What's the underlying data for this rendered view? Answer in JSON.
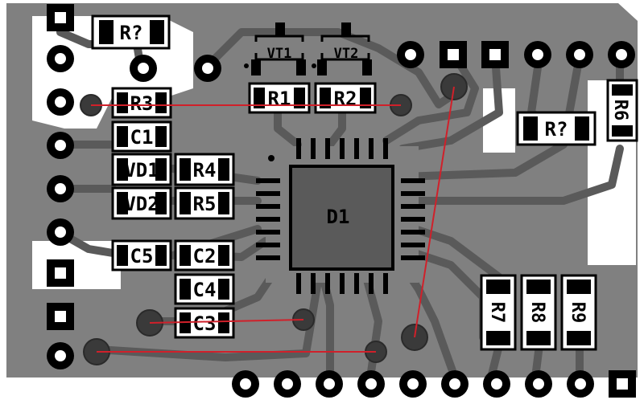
{
  "board": {
    "colors": {
      "background": "#ffffff",
      "copper": "#808080",
      "trace": "#5a5a5a",
      "pad": "#000000",
      "silk_text": "#000000",
      "ratsnest": "#d0202a"
    },
    "labels": {
      "r_unknown_top": "R?",
      "r3": "R3",
      "c1": "C1",
      "vd1": "VD1",
      "r4": "R4",
      "vd2": "VD2",
      "r5": "R5",
      "c5": "C5",
      "c2": "C2",
      "c4": "C4",
      "c3": "C3",
      "vt1": "VT1",
      "vt2": "VT2",
      "r1": "R1",
      "r2": "R2",
      "d1": "D1",
      "r_unknown_right": "R?",
      "r6": "R6",
      "r7": "R7",
      "r8": "R8",
      "r9": "R9"
    }
  }
}
